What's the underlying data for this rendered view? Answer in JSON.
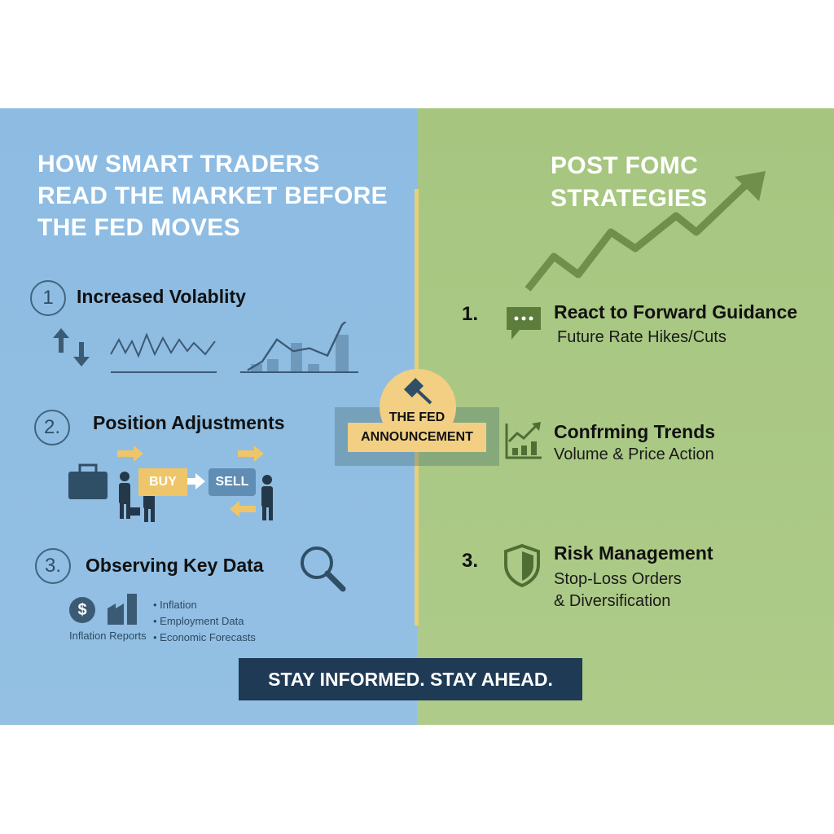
{
  "colors": {
    "left_bg": "#8dbbe2",
    "right_bg": "#a9c884",
    "icon_dark": "#3b5a74",
    "icon_green": "#5c7d3c",
    "accent": "#efc56a",
    "banner": "#1f3a55"
  },
  "left": {
    "title": [
      "HOW SMART TRADERS",
      "READ THE MARKET BEFORE",
      "THE FED MOVES"
    ],
    "items": [
      {
        "number": "1",
        "title": "Increased Volablity",
        "icons": [
          "up-down-arrows-icon",
          "volatility-line-icon",
          "trend-bar-chart-icon"
        ]
      },
      {
        "number": "2.",
        "title": "Position Adjustments",
        "buy": "BUY",
        "sell": "SELL",
        "icons": [
          "briefcase-icon",
          "traders-icon"
        ]
      },
      {
        "number": "3.",
        "title": "Observing Key Data",
        "caption": "Inflation Reports",
        "bullets": [
          "Inflation",
          "Employment Data",
          "Economic Forecasts"
        ],
        "icons": [
          "magnifier-icon",
          "dollar-icon",
          "factory-icon"
        ]
      }
    ]
  },
  "center": {
    "line1": "THE FED",
    "line2": "ANNOUNCEMENT",
    "icon": "gavel-icon"
  },
  "right": {
    "title": [
      "POST FOMC",
      "STRATEGIES"
    ],
    "items": [
      {
        "number": "1.",
        "title": "React to Forward Guidance",
        "sub": "Future Rate Hikes/Cuts",
        "icon": "chat-bubble-icon"
      },
      {
        "number": "",
        "title": "Confrming Trends",
        "sub": "Volume & Price Action",
        "icon": "trend-chart-icon"
      },
      {
        "number": "3.",
        "title": "Risk Management",
        "sub": [
          "Stop-Loss Orders",
          "& Diversification"
        ],
        "icon": "shield-icon"
      }
    ]
  },
  "banner": "STAY INFORMED. STAY AHEAD."
}
